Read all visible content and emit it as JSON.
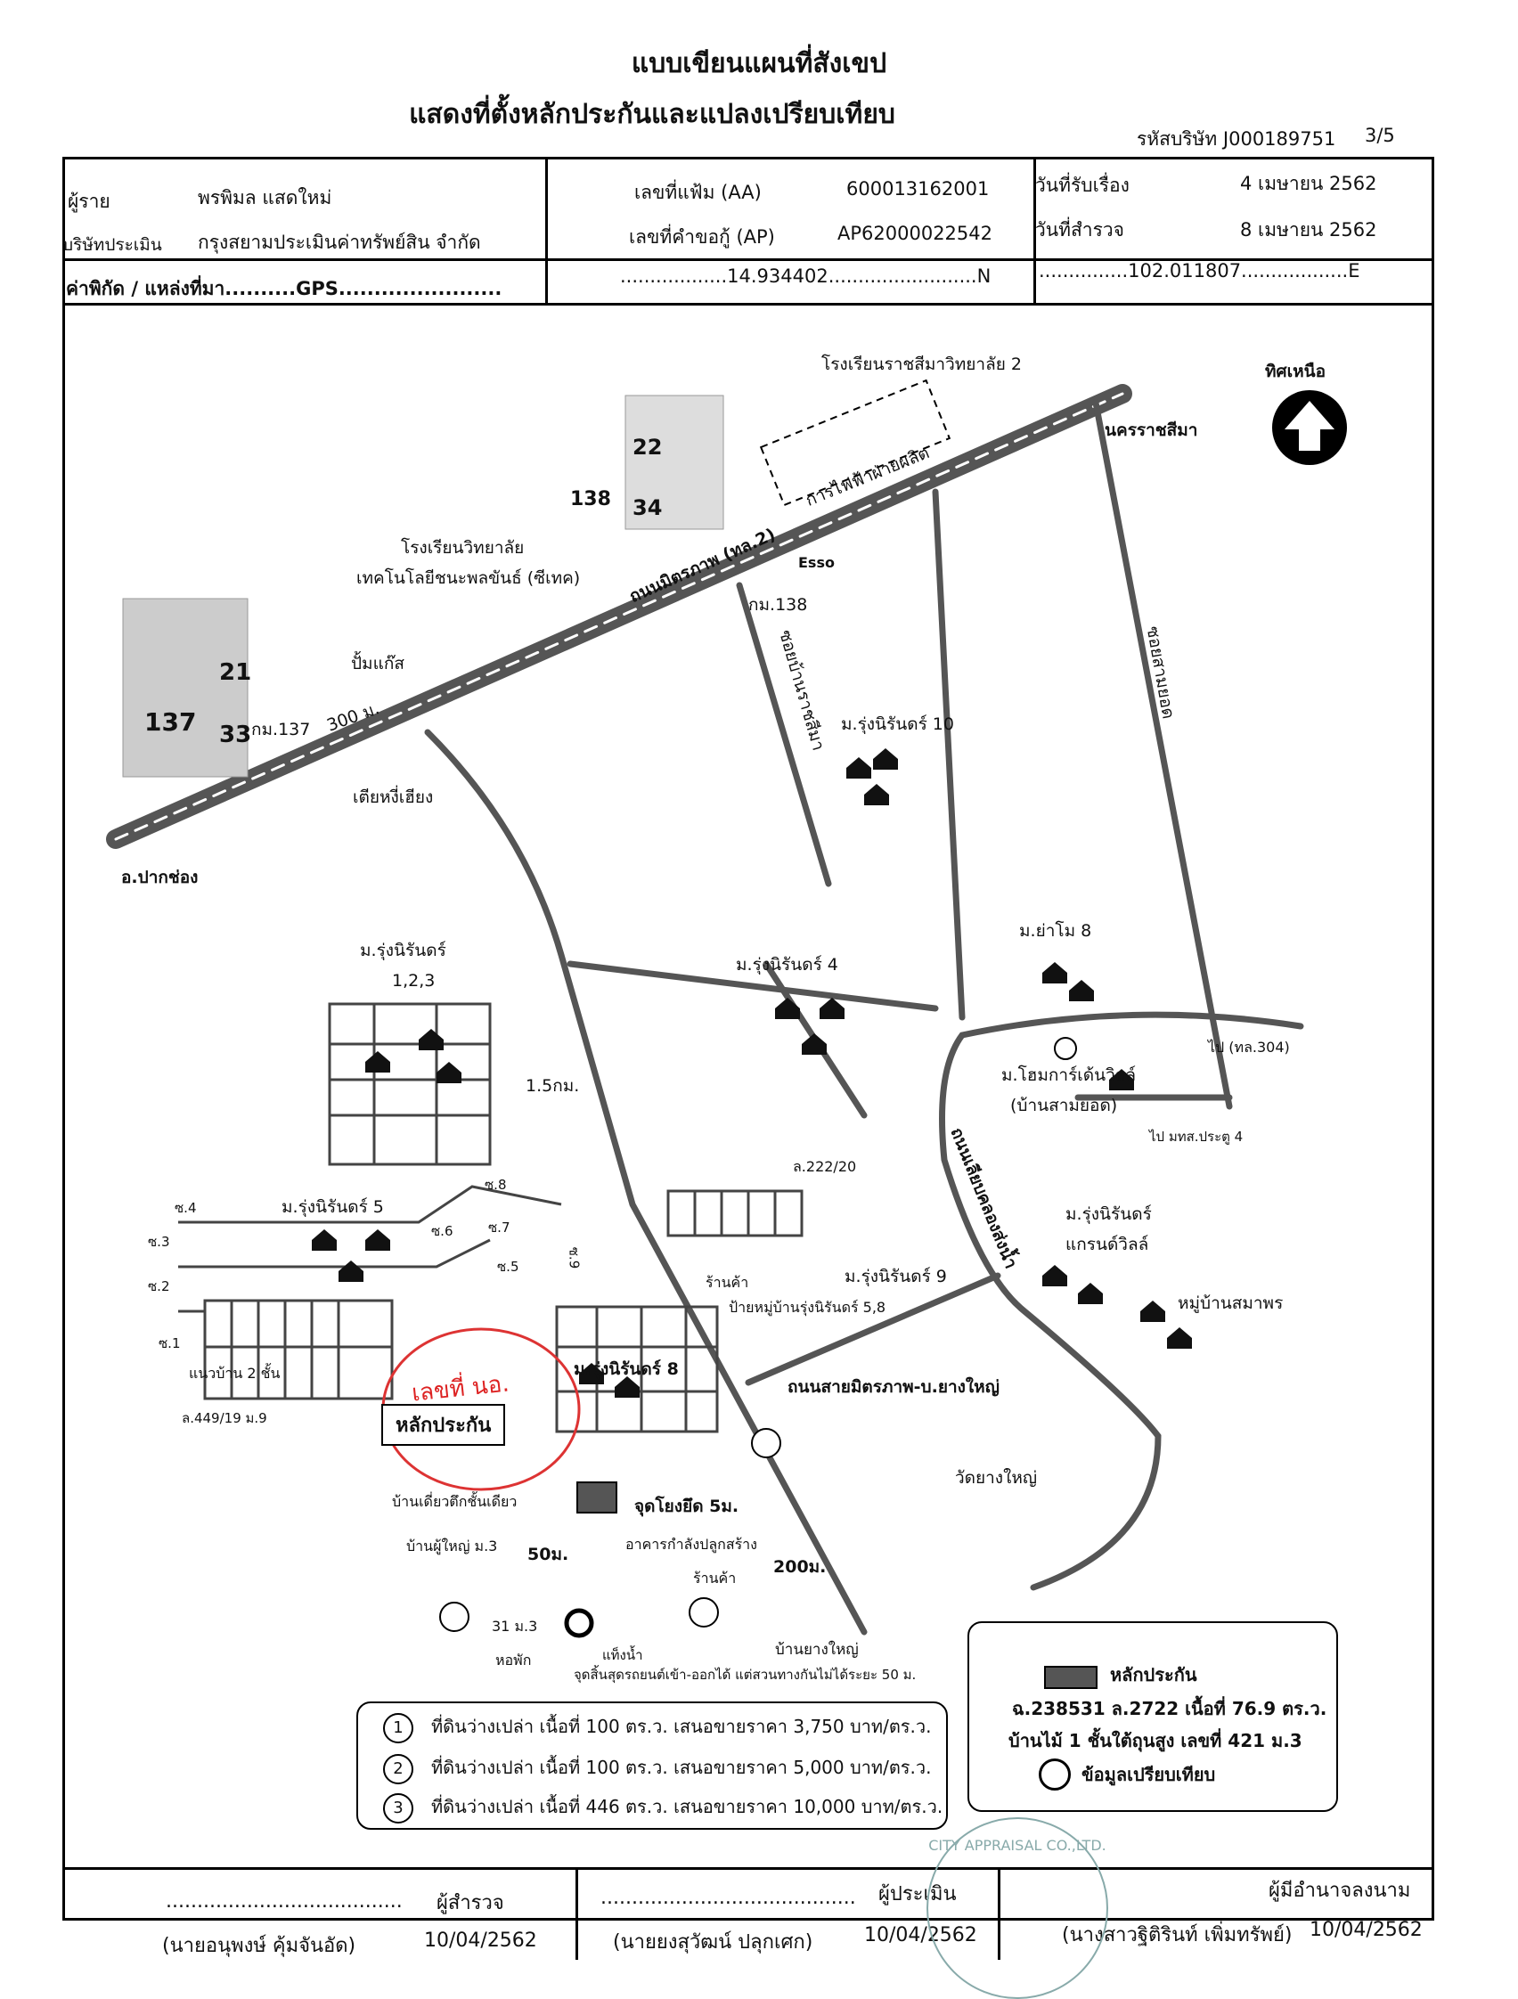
{
  "header": {
    "title_line1": "แบบเขียนแผนที่สังเขป",
    "title_line2": "แสดงที่ตั้งหลักประกันและแปลงเปรียบเทียบ",
    "company_code": "รหัสบริษัท J000189751",
    "page_no": "3/5"
  },
  "info": {
    "borrower_label": "ผู้ราย",
    "borrower_name": "พรพิมล แสดใหม่",
    "appraiser_label": "บริษัทประเมิน",
    "appraiser_name": "กรุงสยามประเมินค่าทรัพย์สิน จำกัด",
    "file_no_label": "เลขที่แฟ้ม (AA)",
    "file_no": "600013162001",
    "request_no_label": "เลขที่คำขอกู้ (AP)",
    "request_no": "AP62000022542",
    "received_label": "วันที่รับเรื่อง",
    "received_date": "4 เมษายน 2562",
    "survey_label": "วันที่สำรวจ",
    "survey_date": "8 เมษายน 2562",
    "coord_label": "ค่าพิกัด / แหล่งที่มา..........GPS.......................",
    "lat": "..................14.934402.........................N",
    "lon": "...............102.011807..................E"
  },
  "map_labels": {
    "north": "ทิศเหนือ",
    "school2": "โรงเรียนราชสีมาวิทยาลัย 2",
    "nakhon": "นครราชสีมา",
    "power": "การไฟฟ้าฝ่ายผลิต",
    "km138_sign_a": "22",
    "km138_sign_b": "34",
    "km138_sign_c": "138",
    "km137_sign_a": "21",
    "km137_sign_b": "33",
    "km137_sign_c": "137",
    "techschool_1": "โรงเรียนวิทยาลัย",
    "techschool_2": "เทคโนโลยีชนะพลขันธ์ (ซีเทค)",
    "mainroad": "ถนนมิตรภาพ (ทล.2)",
    "esso": "Esso",
    "km138": "กม.138",
    "km137": "กม.137",
    "dist300": "300 ม.",
    "gas": "ปั้มแก๊ส",
    "tiang": "เตียหงี่เฮียง",
    "pakchong": "อ.ปากช่อง",
    "soi_ratchasima": "ซอยบ้านราชสีมา",
    "soi_samyot": "ซอยสามยอด",
    "rung10": "ม.รุ่งนิรันดร์ 10",
    "yamo8": "ม.ย่าโม 8",
    "rung4": "ม.รุ่งนิรันดร์ 4",
    "rung123a": "ม.รุ่งนิรันดร์",
    "rung123b": "1,2,3",
    "dist15": "1.5กม.",
    "to304": "ไป (ทล.304)",
    "homegarden1": "ม.โฮมการ์เด้นวิลล์",
    "homegarden2": "(บ้านสามยอด)",
    "gate4": "ไป มทส.ประตู 4",
    "canalroad": "ถนนเลียบคลองส่งน้ำ",
    "l222": "ล.222/20",
    "rung5": "ม.รุ่งนิรันดร์ 5",
    "s4": "ซ.4",
    "s3": "ซ.3",
    "s2": "ซ.2",
    "s1": "ซ.1",
    "s8": "ซ.8",
    "s6": "ซ.6",
    "s7": "ซ.7",
    "s5": "ซ.5",
    "s9": "ซ.9",
    "grandville1": "ม.รุ่งนิรันดร์",
    "grandville2": "แกรนด์วิลล์",
    "samaporn": "หมู่บ้านสมาพร",
    "rung9": "ม.รุ่งนิรันดร์ 9",
    "shop": "ร้านค้า",
    "sign58": "ป้ายหมู่บ้านรุ่งนิรันดร์ 5,8",
    "rowhouse": "แนวบ้าน 2 ชั้น",
    "l449": "ล.449/19 ม.9",
    "rung8": "ม.รุ่งนิรันดร์ 8",
    "yangyai_road": "ถนนสายมิตรภาพ-บ.ยางใหญ่",
    "handwritten": "เลขที่ นอ.",
    "collateral": "หลักประกัน",
    "wat": "วัดยางใหญ่",
    "singlehouse": "บ้านเดี่ยวตึกชั้นเดียว",
    "reference": "จุดโยงยึด 5ม.",
    "headman": "บ้านผู้ใหญ่ ม.3",
    "d50": "50ม.",
    "building": "อาคารกำลังปลูกสร้าง",
    "d200": "200ม.",
    "shop2": "ร้านค้า",
    "m31": "31 ม.3",
    "tower": "หอพัก",
    "icewater": "แท็งน้ำ",
    "car_end": "จุดสิ้นสุดรถยนต์เข้า-ออกได้ แต่สวนทางกันไม่ได้ระยะ 50 ม.",
    "yangyai_house": "บ้านยางใหญ่"
  },
  "legend_comparison": [
    {
      "no": "1",
      "text": "ที่ดินว่างเปล่า เนื้อที่ 100 ตร.ว. เสนอขายราคา 3,750 บาท/ตร.ว."
    },
    {
      "no": "2",
      "text": "ที่ดินว่างเปล่า เนื้อที่ 100 ตร.ว. เสนอขายราคา 5,000 บาท/ตร.ว."
    },
    {
      "no": "3",
      "text": "ที่ดินว่างเปล่า เนื้อที่ 446 ตร.ว. เสนอขายราคา 10,000 บาท/ตร.ว."
    }
  ],
  "legend_key": {
    "collateral": "หลักประกัน",
    "deed": "ฉ.238531 ล.2722 เนื้อที่ 76.9 ตร.ว.",
    "house": "บ้านไม้ 1 ชั้นใต้ถุนสูง เลขที่ 421 ม.3",
    "compare": "ข้อมูลเปรียบเทียบ"
  },
  "signatures": [
    {
      "dots": "......................................",
      "role": "ผู้สำรวจ",
      "name": "(นายอนุพงษ์ คุ้มจันอัด)",
      "date": "10/04/2562"
    },
    {
      "dots": ".........................................",
      "role": "ผู้ประเมิน",
      "name": "(นายยงสุวัฒน์ ปลุกเศก)",
      "date": "10/04/2562"
    },
    {
      "dots": "",
      "role": "ผู้มีอำนาจลงนาม",
      "name": "(นางสาวฐิติรินท์ เพิ่มทรัพย์)",
      "date": "10/04/2562"
    }
  ],
  "stamp_text": "CITY APPRAISAL CO.,LTD."
}
